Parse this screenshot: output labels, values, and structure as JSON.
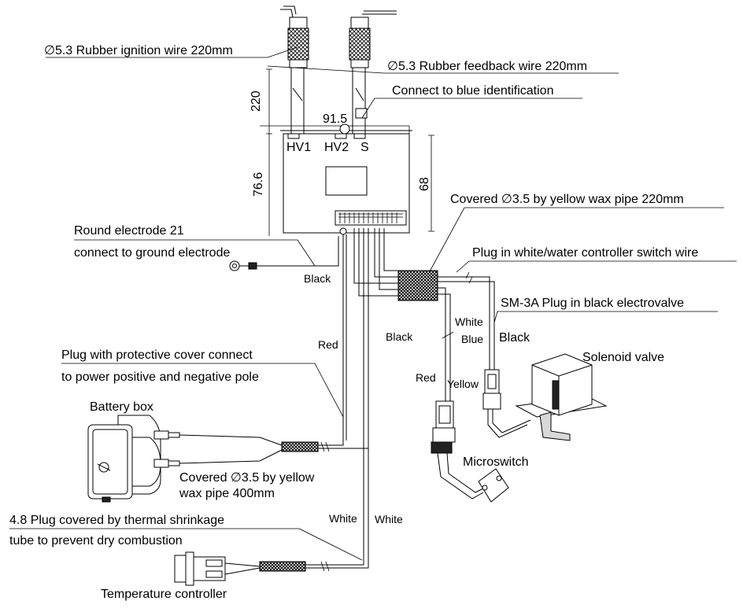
{
  "labels": {
    "ignition_wire": "∅5.3 Rubber ignition wire 220mm",
    "feedback_wire": "∅5.3 Rubber feedback wire 220mm",
    "connect_blue": "Connect to blue identification",
    "dim_220": "220",
    "dim_91_5": "91.5",
    "dim_76_6": "76.6",
    "dim_68": "68",
    "term_hv1": "HV1",
    "term_hv2": "HV2",
    "term_s": "S",
    "yellow_wax_220": "Covered ∅3.5 by yellow wax pipe 220mm",
    "round_electrode_1": "Round electrode 21",
    "round_electrode_2": "connect to ground electrode",
    "plug_white_water": "Plug in white/water controller switch wire",
    "sm3a": "SM-3A Plug in black electrovalve",
    "black_1": "Black",
    "black_2": "Black",
    "black_3": "Black",
    "red_1": "Red",
    "red_2": "Red",
    "white_1": "White",
    "blue_1": "Blue",
    "yellow_1": "Yellow",
    "white_2": "White",
    "white_3": "White",
    "solenoid": "Solenoid valve",
    "plug_cover_1": "Plug with protective cover connect",
    "plug_cover_2": "to power positive and negative pole",
    "battery_box": "Battery box",
    "microswitch": "Microswitch",
    "yellow_wax_400_1": "Covered ∅3.5 by yellow",
    "yellow_wax_400_2": "wax pipe 400mm",
    "plug48_1": "4.8 Plug covered by thermal shrinkage",
    "plug48_2": "tube to prevent dry combustion",
    "temp_controller": "Temperature controller"
  }
}
